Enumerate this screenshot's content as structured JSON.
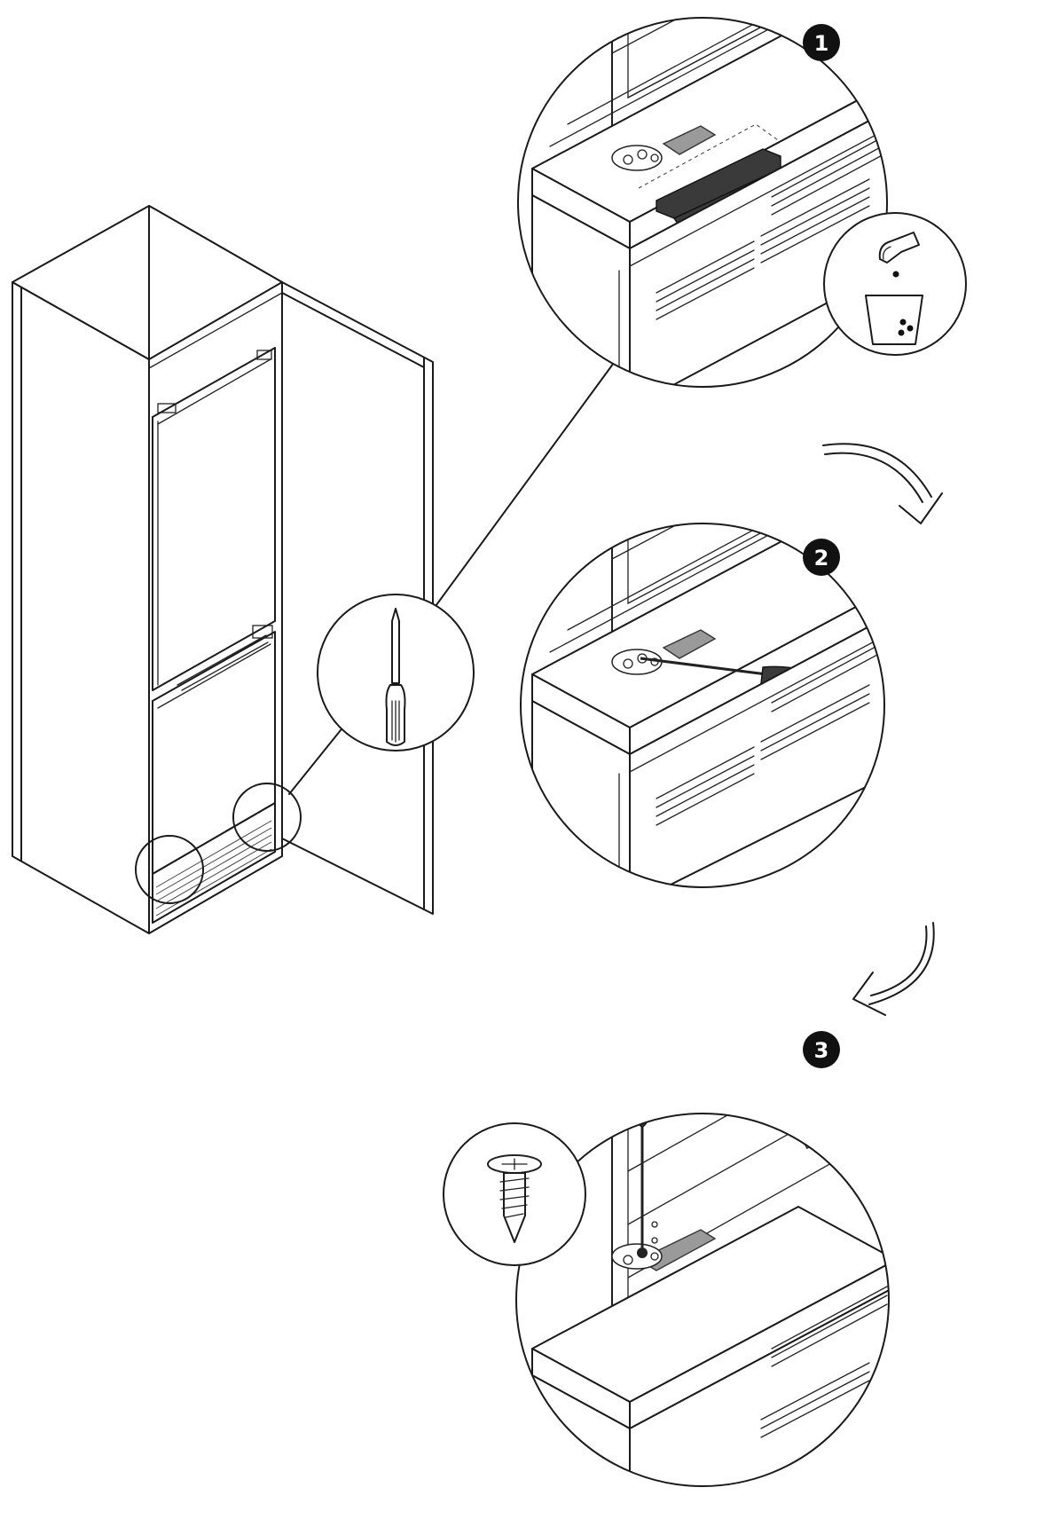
{
  "steps": [
    {
      "number": "1"
    },
    {
      "number": "2"
    },
    {
      "number": "3"
    }
  ],
  "icons": {
    "tool": "screwdriver-icon",
    "disposal": "dispose-in-bin-icon",
    "fastener": "screw-icon",
    "flow": "curved-arrow-icon"
  },
  "colors": {
    "line": "#1a1a1a",
    "badge": "#111111",
    "metal_plate": "#9a9a9a",
    "removed_part": "#3a3a3a"
  }
}
